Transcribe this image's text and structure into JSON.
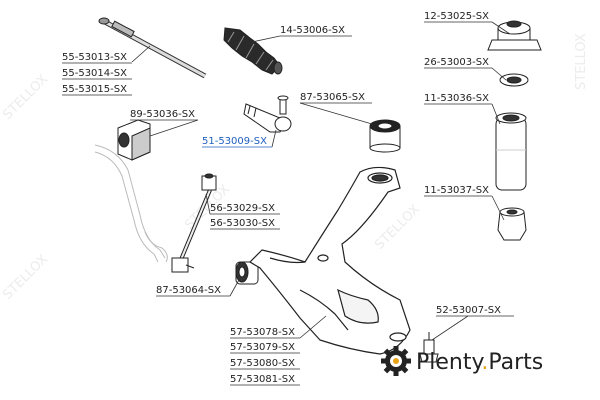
{
  "brand": {
    "name": "Plenty",
    "dot": ".",
    "suffix": "Parts",
    "watermark": "STELLOX",
    "accent_color": "#e8a317"
  },
  "highlight_color": "#1f5fbf",
  "labels": {
    "l1": "55-53013-SX",
    "l2": "55-53014-SX",
    "l3": "55-53015-SX",
    "l4": "14-53006-SX",
    "l5": "12-53025-SX",
    "l6": "26-53003-SX",
    "l7": "11-53036-SX",
    "l8": "89-53036-SX",
    "l9": "87-53065-SX",
    "l10": "51-53009-SX",
    "l11": "11-53037-SX",
    "l12": "56-53029-SX",
    "l13": "56-53030-SX",
    "l14": "87-53064-SX",
    "l15": "52-53007-SX",
    "l16": "57-53078-SX",
    "l17": "57-53079-SX",
    "l18": "57-53080-SX",
    "l19": "57-53081-SX"
  }
}
